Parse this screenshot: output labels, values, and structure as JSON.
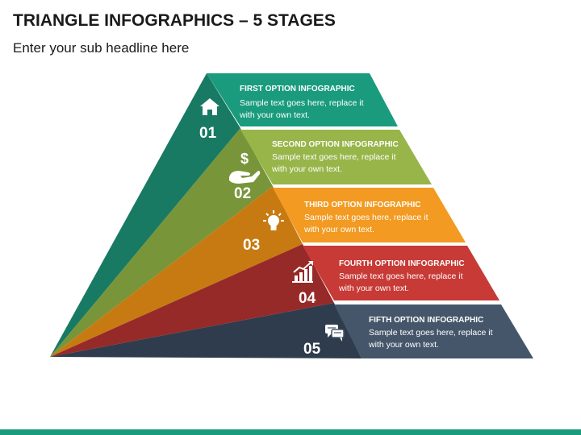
{
  "header": {
    "title": "TRIANGLE INFOGRAPHICS – 5 STAGES",
    "subtitle": "Enter your sub headline here"
  },
  "stages": [
    {
      "number": "01",
      "title": "FIRST OPTION INFOGRAPHIC",
      "text_line1": "Sample text goes here, replace it",
      "text_line2": "with your own text.",
      "icon": "home-icon",
      "color": "#1a9b7d",
      "side_color": "#187a63"
    },
    {
      "number": "02",
      "title": "SECOND OPTION INFOGRAPHIC",
      "text_line1": "Sample text goes here, replace it",
      "text_line2": "with your own text.",
      "icon": "money-hand-icon",
      "color": "#98b54a",
      "side_color": "#78953a"
    },
    {
      "number": "03",
      "title": "THIRD OPTION INFOGRAPHIC",
      "text_line1": "Sample text goes here, replace it",
      "text_line2": "with your own text.",
      "icon": "lightbulb-icon",
      "color": "#f29a22",
      "side_color": "#c77a12"
    },
    {
      "number": "04",
      "title": "FOURTH OPTION INFOGRAPHIC",
      "text_line1": "Sample text goes here, replace it",
      "text_line2": "with your own text.",
      "icon": "growth-chart-icon",
      "color": "#c73a36",
      "side_color": "#962a28"
    },
    {
      "number": "05",
      "title": "FIFTH OPTION INFOGRAPHIC",
      "text_line1": "Sample text goes here, replace it",
      "text_line2": "with your own text.",
      "icon": "chat-bubbles-icon",
      "color": "#45566a",
      "side_color": "#2e3c4d"
    }
  ]
}
